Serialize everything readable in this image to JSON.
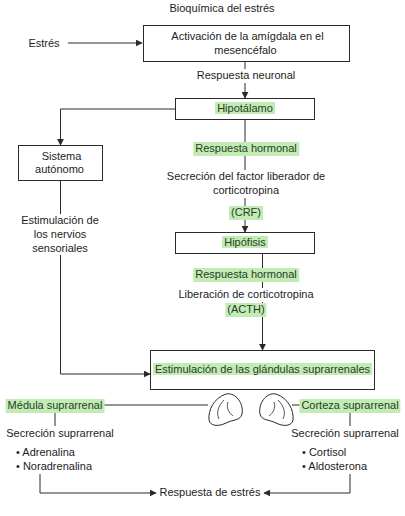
{
  "diagram": {
    "title": "Bioquímica del estrés",
    "nodes": [
      {
        "text": [
          "Activación de la amígdala en el mesencéfalo"
        ]
      },
      {
        "text": [
          "Hipotálamo"
        ]
      },
      {
        "text": [
          "Sistema autónomo"
        ]
      },
      {
        "text": [
          "Hipófisis"
        ]
      },
      {
        "text": [
          "Estimulación de las glándulas suprarrenales"
        ]
      }
    ],
    "edges": [
      {
        "from": 0,
        "to": 1,
        "arrow": "to",
        "label": "Respuesta neuronal"
      },
      {
        "from": 1,
        "to": 2,
        "arrow": "to"
      },
      {
        "from": 1,
        "to": 3,
        "arrow": "to",
        "label": "Respuesta hormonal"
      },
      {
        "from": 3,
        "to": 4,
        "arrow": "to",
        "label": "Respuesta hormonal"
      },
      {
        "from": 2,
        "to": 4,
        "arrow": "to",
        "label": "Estimulación de los nervios sensoriales"
      }
    ],
    "labels": [
      "Estrés",
      "Secreción del factor liberador de corticotropina",
      "(CRF)",
      "Liberación de corticotropina",
      "(ACTH)",
      "Médula suprarrenal",
      "Corteza suprarrenal",
      "Secreción suprarrenal",
      "Secreción suprarrenal",
      "• Adrenalina",
      "• Noradrenalina",
      "• Cortisol",
      "• Aldosterona",
      "Respuesta de estrés"
    ]
  }
}
